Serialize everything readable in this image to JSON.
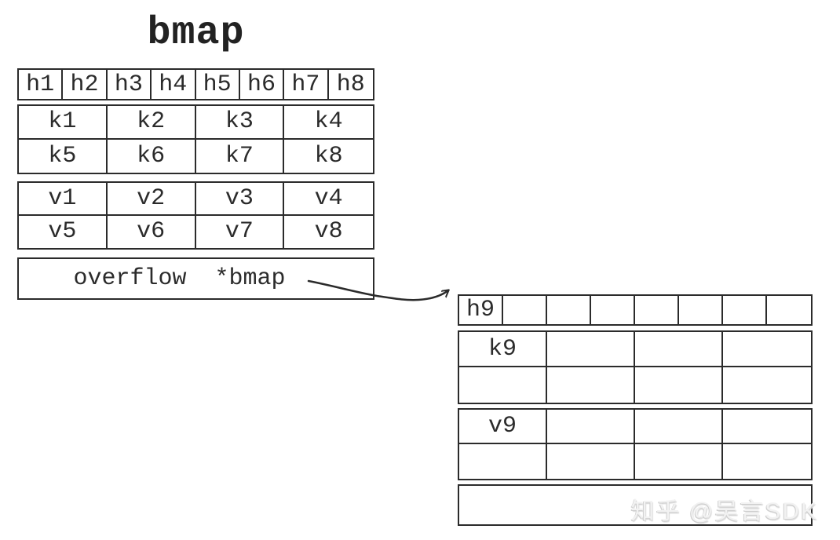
{
  "title": "bmap",
  "colors": {
    "line": "#2b2b2b",
    "text": "#2b2b2b",
    "background": "#ffffff",
    "watermark": "#d9d9d9"
  },
  "bucket1": {
    "hash_cells": [
      "h1",
      "h2",
      "h3",
      "h4",
      "h5",
      "h6",
      "h7",
      "h8"
    ],
    "key_cells": [
      "k1",
      "k2",
      "k3",
      "k4",
      "k5",
      "k6",
      "k7",
      "k8"
    ],
    "value_cells": [
      "v1",
      "v2",
      "v3",
      "v4",
      "v5",
      "v6",
      "v7",
      "v8"
    ],
    "overflow_label": "overflow  *bmap"
  },
  "bucket2": {
    "hash_cells": [
      "h9",
      "",
      "",
      "",
      "",
      "",
      "",
      ""
    ],
    "key_cells": [
      "k9",
      "",
      "",
      "",
      "",
      "",
      "",
      ""
    ],
    "value_cells": [
      "v9",
      "",
      "",
      "",
      "",
      "",
      "",
      ""
    ],
    "overflow_label": ""
  },
  "watermark": "知乎 @吴言SDK"
}
